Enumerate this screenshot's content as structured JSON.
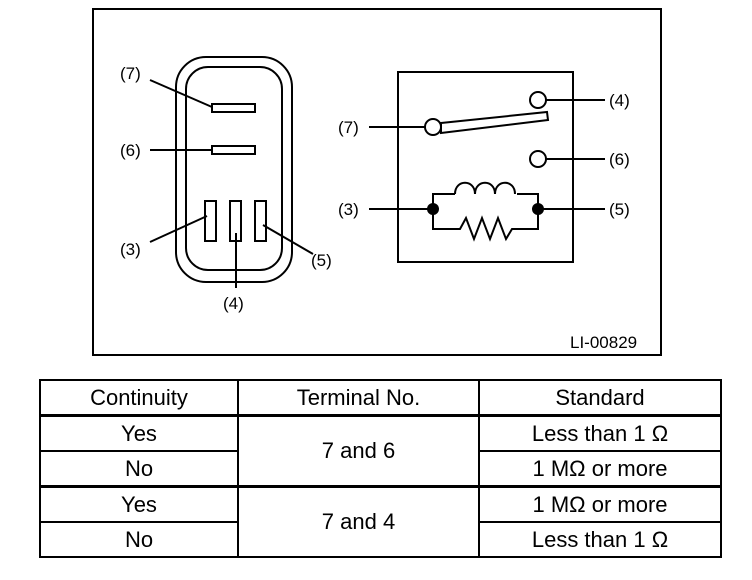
{
  "figure": {
    "id_label": "LI-00829",
    "connector_labels": {
      "t7": "(7)",
      "t6": "(6)",
      "t3": "(3)",
      "t4": "(4)",
      "t5": "(5)"
    },
    "relay_labels": {
      "t7": "(7)",
      "t4": "(4)",
      "t6": "(6)",
      "t3": "(3)",
      "t5": "(5)"
    }
  },
  "table": {
    "headers": {
      "continuity": "Continuity",
      "terminal": "Terminal No.",
      "standard": "Standard"
    },
    "groups": [
      {
        "terminal": "7 and 6",
        "rows": [
          {
            "continuity": "Yes",
            "standard": "Less than 1 Ω"
          },
          {
            "continuity": "No",
            "standard": "1 MΩ or more"
          }
        ]
      },
      {
        "terminal": "7 and 4",
        "rows": [
          {
            "continuity": "Yes",
            "standard": "1 MΩ or more"
          },
          {
            "continuity": "No",
            "standard": "Less than 1 Ω"
          }
        ]
      }
    ]
  }
}
